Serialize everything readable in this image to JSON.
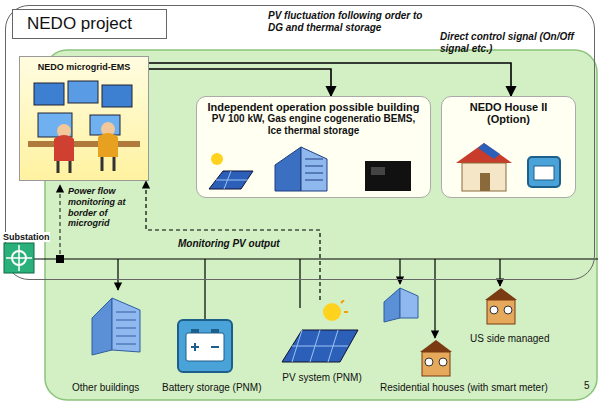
{
  "diagram": {
    "nodes": [
      {
        "text": [
          "NEDO project"
        ]
      },
      {
        "text": [
          "NEDO microgrid-EMS"
        ],
        "in": 0
      },
      {
        "text": [
          "Independent operation possible building",
          "PV 100 kW, Gas engine cogeneratio BEMS, Ice thermal storage"
        ],
        "in": 0
      },
      {
        "text": [
          "NEDO House II (Option)"
        ],
        "in": 0
      },
      {
        "text": [
          "Substation"
        ]
      },
      {
        "text": [
          "PV system (PNM)"
        ]
      }
    ],
    "edges": [
      {
        "from": 1,
        "to": 2,
        "arrow": "to",
        "label": "PV fluctuation following order to DG and thermal storage"
      },
      {
        "from": 1,
        "to": 3,
        "arrow": "to",
        "label": "Direct control signal (On/Off signal etc.)"
      },
      {
        "from": 5,
        "to": 1,
        "arrow": "to",
        "label": "Monitoring PV output"
      }
    ],
    "labels": [
      "Power flow monitoring at border of microgrid",
      "Other buildings",
      "Battery storage (PNM)",
      "Residential houses (with smart meter)",
      "US side managed",
      "5"
    ]
  }
}
